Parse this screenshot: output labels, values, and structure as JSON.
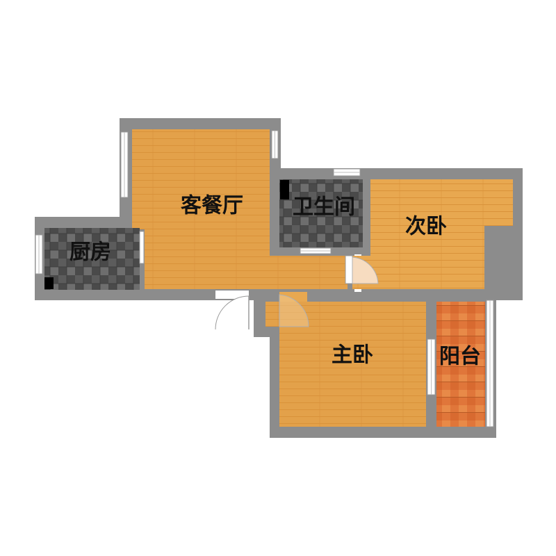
{
  "floorplan": {
    "rooms": [
      {
        "key": "living",
        "label": "客餐厅",
        "floor": "wood"
      },
      {
        "key": "kitchen",
        "label": "厨房",
        "floor": "tile"
      },
      {
        "key": "bathroom",
        "label": "卫生间",
        "floor": "tile"
      },
      {
        "key": "second_bedroom",
        "label": "次卧",
        "floor": "wood"
      },
      {
        "key": "master_bedroom",
        "label": "主卧",
        "floor": "wood"
      },
      {
        "key": "balcony",
        "label": "阳台",
        "floor": "dark-wood"
      }
    ]
  },
  "colors": {
    "wall": "#8c8c8c",
    "wall_dark": "#7a7a7a",
    "wood": "#e3a14a",
    "wood_stripe": "#d9923a",
    "balcony_wood": "#e0763a",
    "tile_dark": "#4a4a4a",
    "tile_light": "#6e6e6e",
    "window": "#ffffff",
    "label": "#111111"
  }
}
